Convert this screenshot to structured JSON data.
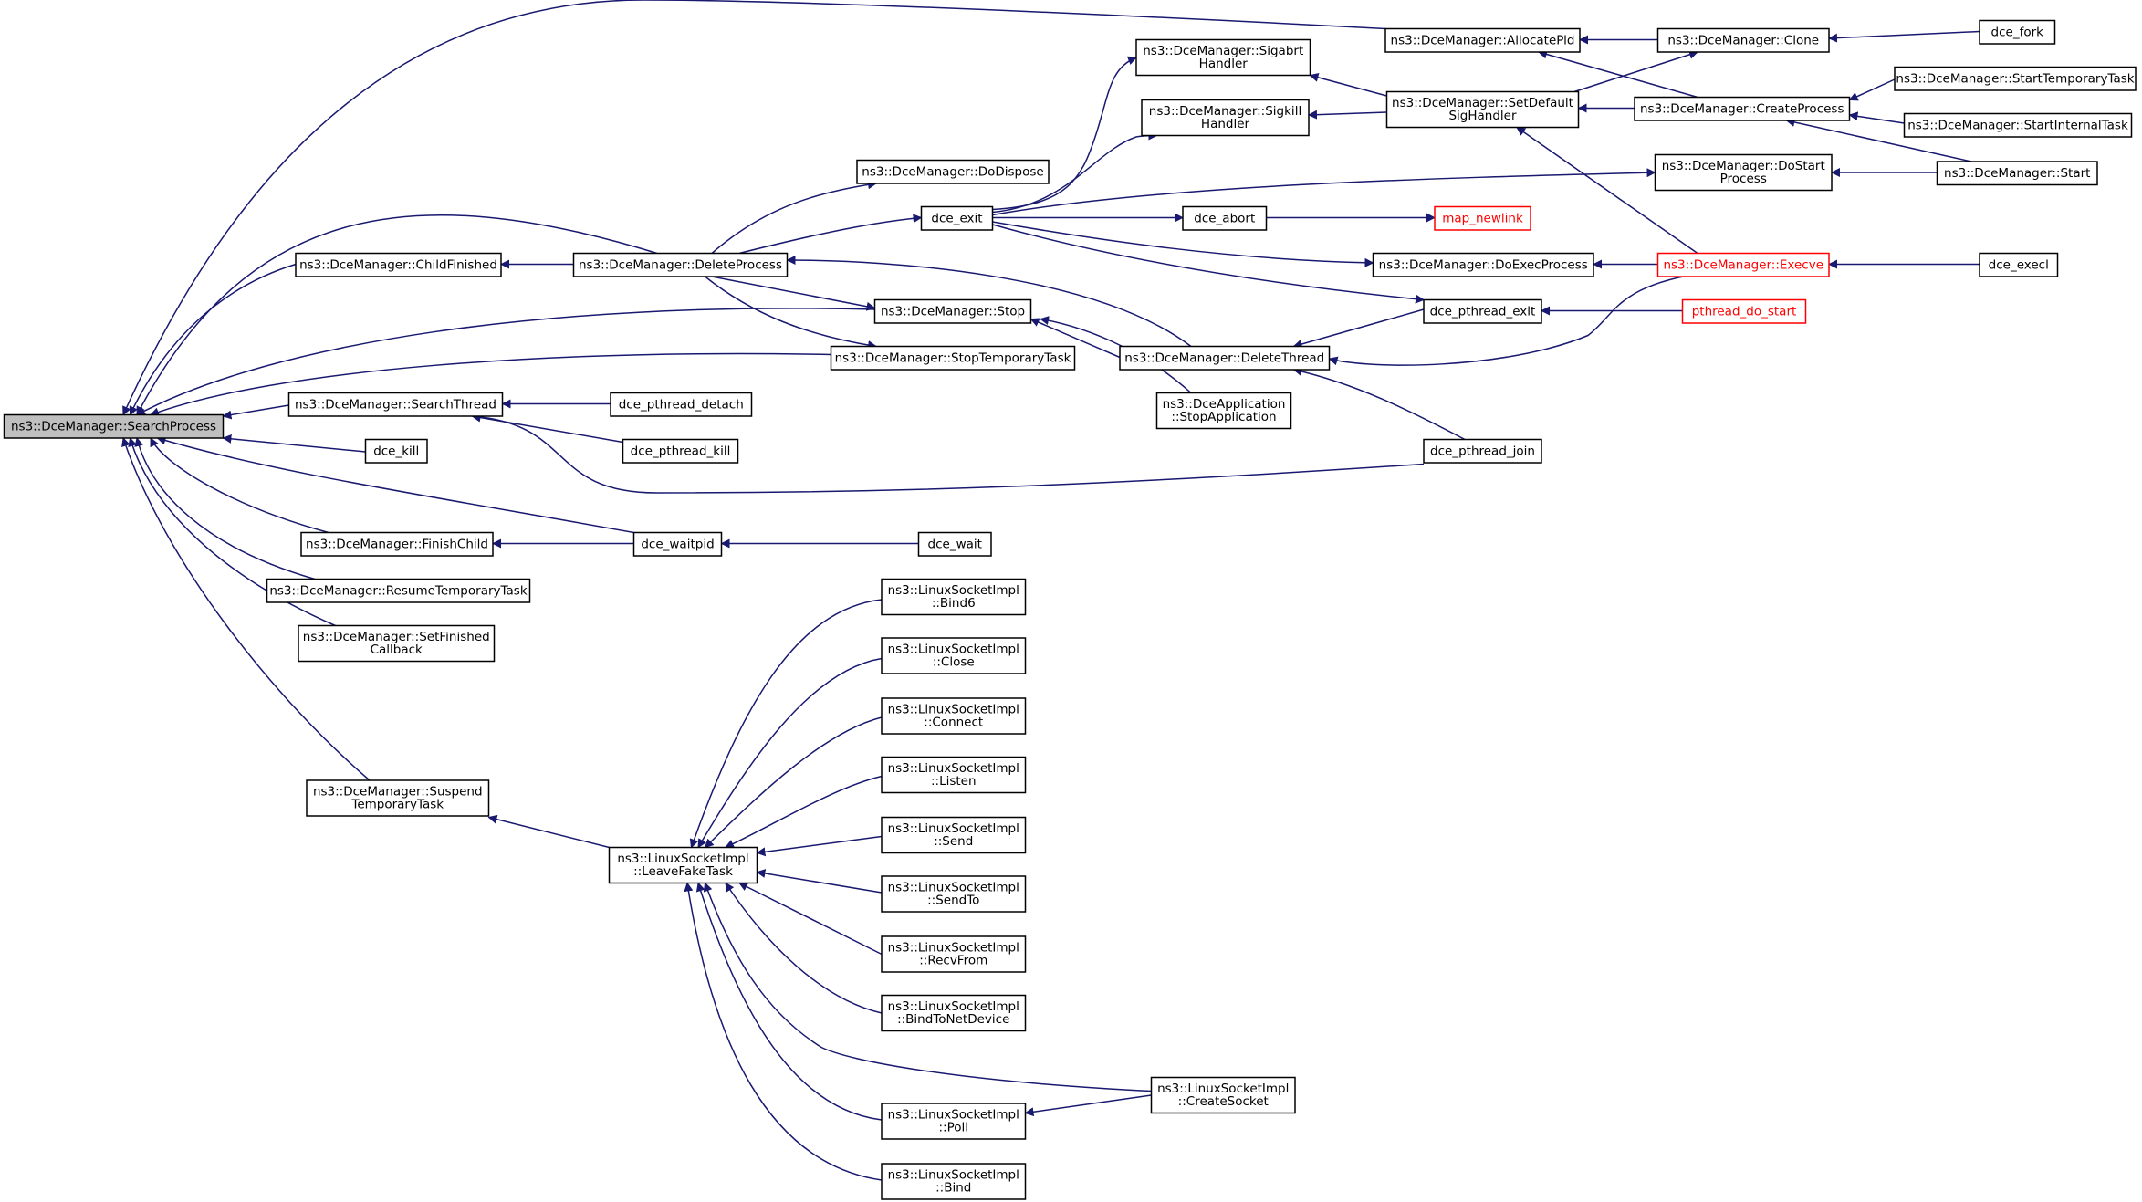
{
  "nodes": [
    {
      "id": "searchprocess",
      "lines": [
        "ns3::DceManager::SearchProcess"
      ],
      "focus": true
    },
    {
      "id": "allocatepid",
      "lines": [
        "ns3::DceManager::AllocatePid"
      ]
    },
    {
      "id": "clone",
      "lines": [
        "ns3::DceManager::Clone"
      ]
    },
    {
      "id": "dce_fork",
      "lines": [
        "dce_fork"
      ]
    },
    {
      "id": "sigabrt",
      "lines": [
        "ns3::DceManager::Sigabrt",
        "Handler"
      ]
    },
    {
      "id": "setdefault",
      "lines": [
        "ns3::DceManager::SetDefault",
        "SigHandler"
      ]
    },
    {
      "id": "createprocess",
      "lines": [
        "ns3::DceManager::CreateProcess"
      ]
    },
    {
      "id": "starttemporarytask",
      "lines": [
        "ns3::DceManager::StartTemporaryTask"
      ]
    },
    {
      "id": "startinternaltask",
      "lines": [
        "ns3::DceManager::StartInternalTask"
      ]
    },
    {
      "id": "sigkill",
      "lines": [
        "ns3::DceManager::Sigkill",
        "Handler"
      ]
    },
    {
      "id": "dostart",
      "lines": [
        "ns3::DceManager::DoStart",
        "Process"
      ]
    },
    {
      "id": "start",
      "lines": [
        "ns3::DceManager::Start"
      ]
    },
    {
      "id": "dodispose",
      "lines": [
        "ns3::DceManager::DoDispose"
      ]
    },
    {
      "id": "dce_exit",
      "lines": [
        "dce_exit"
      ]
    },
    {
      "id": "dce_abort",
      "lines": [
        "dce_abort"
      ]
    },
    {
      "id": "map_newlink",
      "lines": [
        "map_newlink"
      ],
      "truncated": true
    },
    {
      "id": "childfinished",
      "lines": [
        "ns3::DceManager::ChildFinished"
      ]
    },
    {
      "id": "deleteprocess",
      "lines": [
        "ns3::DceManager::DeleteProcess"
      ]
    },
    {
      "id": "doexecprocess",
      "lines": [
        "ns3::DceManager::DoExecProcess"
      ]
    },
    {
      "id": "execve",
      "lines": [
        "ns3::DceManager::Execve"
      ],
      "truncated": true
    },
    {
      "id": "dce_execl",
      "lines": [
        "dce_execl"
      ]
    },
    {
      "id": "stop",
      "lines": [
        "ns3::DceManager::Stop"
      ]
    },
    {
      "id": "dce_pthread_exit",
      "lines": [
        "dce_pthread_exit"
      ]
    },
    {
      "id": "pthread_do_start",
      "lines": [
        "pthread_do_start"
      ],
      "truncated": true
    },
    {
      "id": "stoptemporarytask",
      "lines": [
        "ns3::DceManager::StopTemporaryTask"
      ]
    },
    {
      "id": "deletethread",
      "lines": [
        "ns3::DceManager::DeleteThread"
      ]
    },
    {
      "id": "searchthread",
      "lines": [
        "ns3::DceManager::SearchThread"
      ]
    },
    {
      "id": "dce_pthread_detach",
      "lines": [
        "dce_pthread_detach"
      ]
    },
    {
      "id": "stopapplication",
      "lines": [
        "ns3::DceApplication",
        "::StopApplication"
      ]
    },
    {
      "id": "dce_pthread_kill",
      "lines": [
        "dce_pthread_kill"
      ]
    },
    {
      "id": "dce_kill",
      "lines": [
        "dce_kill"
      ]
    },
    {
      "id": "dce_pthread_join",
      "lines": [
        "dce_pthread_join"
      ]
    },
    {
      "id": "finishchild",
      "lines": [
        "ns3::DceManager::FinishChild"
      ]
    },
    {
      "id": "dce_waitpid",
      "lines": [
        "dce_waitpid"
      ]
    },
    {
      "id": "dce_wait",
      "lines": [
        "dce_wait"
      ]
    },
    {
      "id": "resumetemporarytask",
      "lines": [
        "ns3::DceManager::ResumeTemporaryTask"
      ]
    },
    {
      "id": "setfinishedcallback",
      "lines": [
        "ns3::DceManager::SetFinished",
        "Callback"
      ]
    },
    {
      "id": "bind6",
      "lines": [
        "ns3::LinuxSocketImpl",
        "::Bind6"
      ]
    },
    {
      "id": "close",
      "lines": [
        "ns3::LinuxSocketImpl",
        "::Close"
      ]
    },
    {
      "id": "connect",
      "lines": [
        "ns3::LinuxSocketImpl",
        "::Connect"
      ]
    },
    {
      "id": "listen",
      "lines": [
        "ns3::LinuxSocketImpl",
        "::Listen"
      ]
    },
    {
      "id": "suspendtemporarytask",
      "lines": [
        "ns3::DceManager::Suspend",
        "TemporaryTask"
      ]
    },
    {
      "id": "send",
      "lines": [
        "ns3::LinuxSocketImpl",
        "::Send"
      ]
    },
    {
      "id": "leavefaketask",
      "lines": [
        "ns3::LinuxSocketImpl",
        "::LeaveFakeTask"
      ]
    },
    {
      "id": "sendto",
      "lines": [
        "ns3::LinuxSocketImpl",
        "::SendTo"
      ]
    },
    {
      "id": "recvfrom",
      "lines": [
        "ns3::LinuxSocketImpl",
        "::RecvFrom"
      ]
    },
    {
      "id": "bindtonetdevice",
      "lines": [
        "ns3::LinuxSocketImpl",
        "::BindToNetDevice"
      ]
    },
    {
      "id": "createsocket",
      "lines": [
        "ns3::LinuxSocketImpl",
        "::CreateSocket"
      ]
    },
    {
      "id": "poll",
      "lines": [
        "ns3::LinuxSocketImpl",
        "::Poll"
      ]
    },
    {
      "id": "bind",
      "lines": [
        "ns3::LinuxSocketImpl",
        "::Bind"
      ]
    }
  ],
  "edges": [
    [
      "allocatepid",
      "searchprocess"
    ],
    [
      "clone",
      "allocatepid"
    ],
    [
      "createprocess",
      "allocatepid"
    ],
    [
      "dce_fork",
      "clone"
    ],
    [
      "setdefault",
      "clone"
    ],
    [
      "setdefault",
      "sigabrt"
    ],
    [
      "setdefault",
      "sigkill"
    ],
    [
      "createprocess",
      "setdefault"
    ],
    [
      "execve",
      "setdefault"
    ],
    [
      "starttemporarytask",
      "createprocess"
    ],
    [
      "startinternaltask",
      "createprocess"
    ],
    [
      "start",
      "createprocess"
    ],
    [
      "start",
      "dostart"
    ],
    [
      "dce_exit",
      "sigabrt"
    ],
    [
      "dce_exit",
      "sigkill"
    ],
    [
      "dce_exit",
      "dostart"
    ],
    [
      "dce_exit",
      "dce_abort"
    ],
    [
      "dce_exit",
      "doexecprocess"
    ],
    [
      "dce_exit",
      "dce_pthread_exit"
    ],
    [
      "dce_abort",
      "map_newlink"
    ],
    [
      "deleteprocess",
      "dodispose"
    ],
    [
      "deleteprocess",
      "dce_exit"
    ],
    [
      "deleteprocess",
      "stop"
    ],
    [
      "deleteprocess",
      "stoptemporarytask"
    ],
    [
      "deleteprocess",
      "searchprocess"
    ],
    [
      "childfinished",
      "deleteprocess"
    ],
    [
      "childfinished",
      "searchprocess"
    ],
    [
      "doexecprocess",
      "execve"
    ],
    [
      "execve",
      "dce_execl"
    ],
    [
      "deletethread",
      "deleteprocess"
    ],
    [
      "deletethread",
      "stop"
    ],
    [
      "deletethread",
      "dce_pthread_exit"
    ],
    [
      "deletethread",
      "execve"
    ],
    [
      "deletethread",
      "dce_pthread_join"
    ],
    [
      "dce_pthread_exit",
      "pthread_do_start"
    ],
    [
      "stop",
      "stopapplication"
    ],
    [
      "stop",
      "searchprocess"
    ],
    [
      "stoptemporarytask",
      "searchprocess"
    ],
    [
      "searchthread",
      "searchprocess"
    ],
    [
      "searchthread",
      "dce_pthread_detach"
    ],
    [
      "searchthread",
      "dce_pthread_kill"
    ],
    [
      "searchthread",
      "dce_pthread_join"
    ],
    [
      "dce_kill",
      "searchprocess"
    ],
    [
      "finishchild",
      "searchprocess"
    ],
    [
      "finishchild",
      "dce_waitpid"
    ],
    [
      "dce_waitpid",
      "searchprocess"
    ],
    [
      "dce_waitpid",
      "dce_wait"
    ],
    [
      "resumetemporarytask",
      "searchprocess"
    ],
    [
      "setfinishedcallback",
      "searchprocess"
    ],
    [
      "suspendtemporarytask",
      "searchprocess"
    ],
    [
      "suspendtemporarytask",
      "leavefaketask"
    ],
    [
      "leavefaketask",
      "bind6"
    ],
    [
      "leavefaketask",
      "close"
    ],
    [
      "leavefaketask",
      "connect"
    ],
    [
      "leavefaketask",
      "listen"
    ],
    [
      "leavefaketask",
      "send"
    ],
    [
      "leavefaketask",
      "sendto"
    ],
    [
      "leavefaketask",
      "recvfrom"
    ],
    [
      "leavefaketask",
      "bindtonetdevice"
    ],
    [
      "leavefaketask",
      "createsocket"
    ],
    [
      "leavefaketask",
      "poll"
    ],
    [
      "leavefaketask",
      "bind"
    ],
    [
      "poll",
      "createsocket"
    ]
  ],
  "colors": {
    "edge": "#191970",
    "node_border": "#000000",
    "node_fill": "#ffffff",
    "focus_fill": "#bfbfbf",
    "truncated": "#ff0000"
  }
}
